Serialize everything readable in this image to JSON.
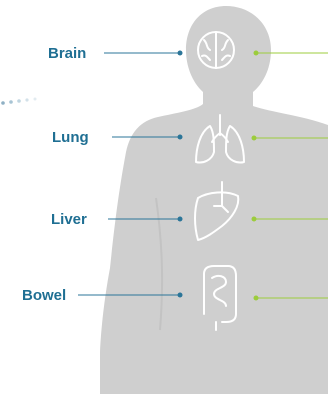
{
  "colors": {
    "silhouette": "#cfcfcf",
    "label": "#1f6f93",
    "left_line": "#2b7598",
    "right_line": "#9ccc3c",
    "organ_stroke": "#ffffff"
  },
  "organs": [
    {
      "label": "Brain",
      "icon": "brain-icon"
    },
    {
      "label": "Lung",
      "icon": "lungs-icon"
    },
    {
      "label": "Liver",
      "icon": "liver-icon"
    },
    {
      "label": "Bowel",
      "icon": "bowel-icon"
    }
  ]
}
